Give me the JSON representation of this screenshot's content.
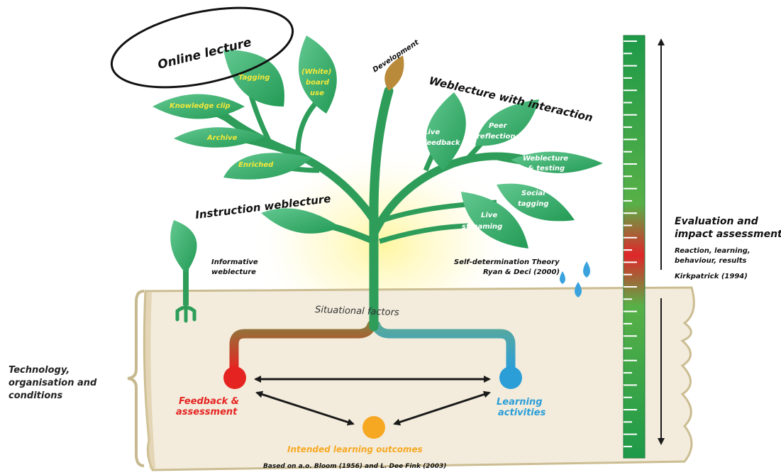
{
  "title": {
    "online_lecture": "Online lecture"
  },
  "development": "Development",
  "left_branch": {
    "leaves": [
      "Tagging",
      "(White)",
      "board",
      "use",
      "Knowledge clip",
      "Archive",
      "Enriched"
    ]
  },
  "weblecture_interaction": "Weblecture with interaction",
  "right_branch": {
    "leaves": [
      "Live",
      "feedback",
      "Peer",
      "reflection",
      "Weblecture",
      "& testing",
      "Social",
      "tagging",
      "Live",
      "streaming"
    ]
  },
  "instruction_weblecture": "Instruction weblecture",
  "informative": {
    "line1": "Informative",
    "line2": "weblecture"
  },
  "sdt": {
    "line1": "Self-determination Theory",
    "line2": "Ryan & Deci (2000)"
  },
  "situational_factors": "Situational factors",
  "technology": {
    "line1": "Technology,",
    "line2": "organisation and",
    "line3": "conditions"
  },
  "feedback": {
    "line1": "Feedback &",
    "line2": "assessment"
  },
  "learning": {
    "line1": "Learning",
    "line2": "activities"
  },
  "intended": "Intended learning outcomes",
  "based_on": "Based on a.o. Bloom (1956) and L. Dee Fink (2003)",
  "evaluation": {
    "title1": "Evaluation and",
    "title2": "impact assessment",
    "sub1": "Reaction, learning,",
    "sub2": "behaviour, results",
    "ref": "Kirkpatrick (1994)"
  },
  "colors": {
    "leaf": "#2fa564",
    "leaf_light": "#5cc38a",
    "stem": "#2e9d5a",
    "soil": "#f3ecdc",
    "soil_edge": "#cbbd92",
    "leaf_text": "#f4e83a",
    "feedback": "#e52421",
    "learning": "#2b9ed8",
    "outcomes": "#f7a823",
    "scale_green": "#1e9a49",
    "scale_red": "#e0262a"
  }
}
